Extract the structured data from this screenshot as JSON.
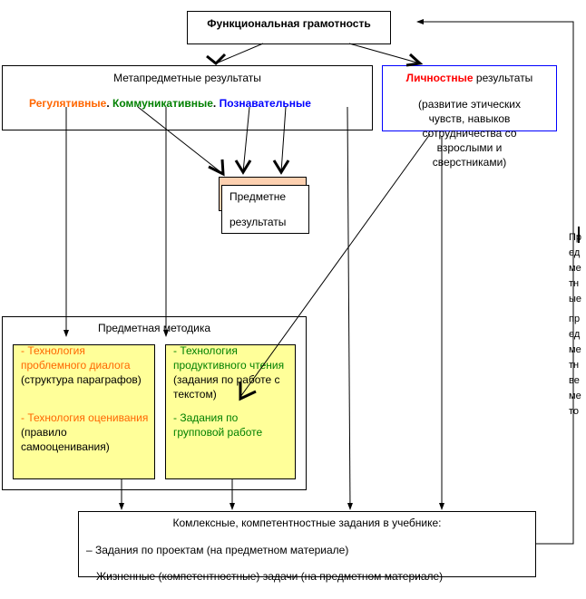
{
  "top": {
    "title": "Функциональная грамотность"
  },
  "meta": {
    "title": "Метапредметные результаты",
    "regulative": "Регулятивные",
    "sep1": ".",
    "communicative": "Коммуникативные",
    "sep2": ".",
    "cognitive": "Познавательные"
  },
  "personal": {
    "title_colored": "Личностные",
    "title_rest": " результаты",
    "desc": "(развитие этических чувств, навыков сотрудничества со взрослыми и сверстниками)"
  },
  "subject_results": {
    "line1": "Предметне",
    "line2": "результаты"
  },
  "side_text": {
    "col1": [
      "Пр",
      "ед",
      "ме",
      "тн",
      "ые"
    ],
    "col2": [
      "пр",
      "ед",
      "ме",
      "тн",
      "ве",
      "ме",
      "то"
    ]
  },
  "methodology": {
    "title": "Предметная методика",
    "left": {
      "item1_colored": "- Технология проблемного диалога",
      "item1_rest": " (структура параграфов)",
      "item2_colored": "- Технология оценивания",
      "item2_rest": " (правило самооценивания)"
    },
    "right": {
      "item1_colored": "- Технология продуктивного чтения",
      "item1_rest": " (задания по работе с текстом)",
      "item2_colored": "- Задания по групповой работе"
    }
  },
  "tasks": {
    "title": "Комлексные, компетентностные задания в учебнике:",
    "item1": "– Задания по проектам (на предметном материале)",
    "item2": "Жизненные (компетентностные) задачи  (на предметном материале)"
  },
  "colors": {
    "orange": "#ff6600",
    "green": "#008000",
    "blue": "#0000ff",
    "red": "#ff0000",
    "yellow": "#ffff99",
    "peach": "#fdd0b0"
  }
}
